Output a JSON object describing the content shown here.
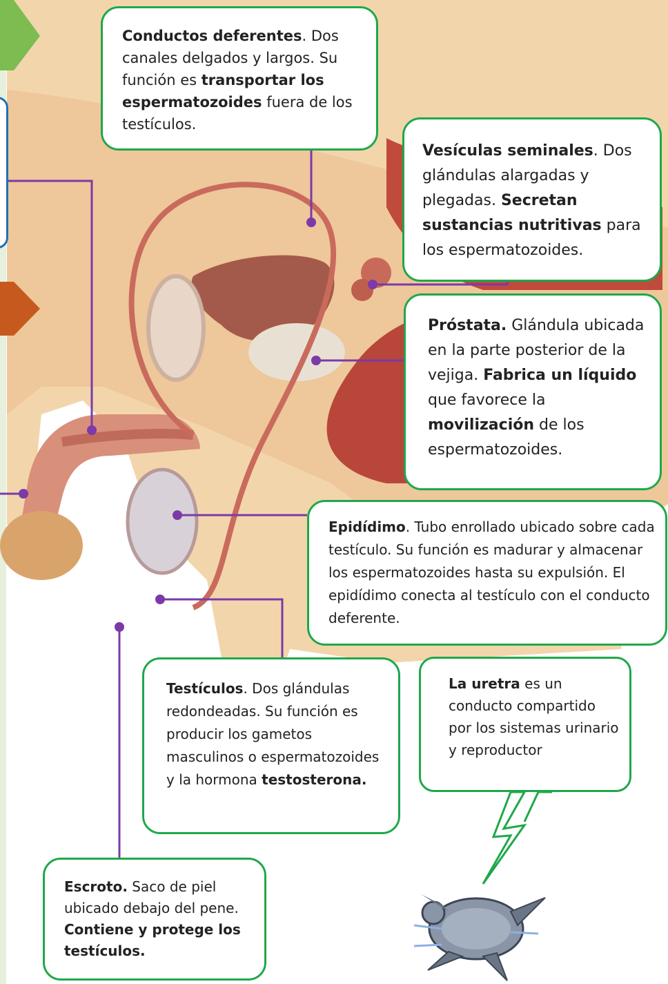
{
  "colors": {
    "box_border": "#1ea84a",
    "leader_line": "#7b3aa8",
    "left_arrow_green": "#7cbc50",
    "left_arrow_orange": "#c65a1e",
    "left_box_border": "#1f6fb8",
    "skin": "#f0cda0",
    "muscle": "#b8463a",
    "bladder": "#a45a4a"
  },
  "icons": [
    "turtle-icon",
    "lightning-bolt-icon",
    "arrow-right-icon"
  ],
  "boxes": {
    "conductos": {
      "title": "Conductos deferentes",
      "t1": ". Dos canales delgados y largos. Su función es ",
      "b1": "transportar los espermatozoides",
      "t2": " fuera de los testículos."
    },
    "vesiculas": {
      "title": "Vesículas seminales",
      "t1": ". Dos glándulas alargadas y plegadas. ",
      "b1": "Secretan sustancias nutritivas",
      "t2": " para los espermatozoides."
    },
    "prostata": {
      "title": "Próstata.",
      "t1": " Glándula ubicada en la parte posterior de la vejiga. ",
      "b1": "Fabrica un líquido",
      "t2": " que favorece la ",
      "b2": "movilización",
      "t3": " de los espermatozoides."
    },
    "epididimo": {
      "title": "Epidídimo",
      "t1": ". Tubo enrollado ubicado sobre cada testículo. Su función es madurar y almacenar los espermatozoides hasta su expulsión. El epidídimo conecta al testículo con el conducto deferente."
    },
    "testiculos": {
      "title": "Testículos",
      "t1": ". Dos glándulas redondeadas. Su función es producir los gametos masculinos o espermatozoides y la hormona ",
      "b1": "testosterona."
    },
    "escroto": {
      "title": "Escroto.",
      "t1": " Saco de piel ubicado debajo del pene. ",
      "b1": "Contiene y protege los testículos."
    },
    "uretra": {
      "title": "La uretra",
      "t1": " es un conducto compartido por los sistemas urinario y reproductor"
    }
  }
}
